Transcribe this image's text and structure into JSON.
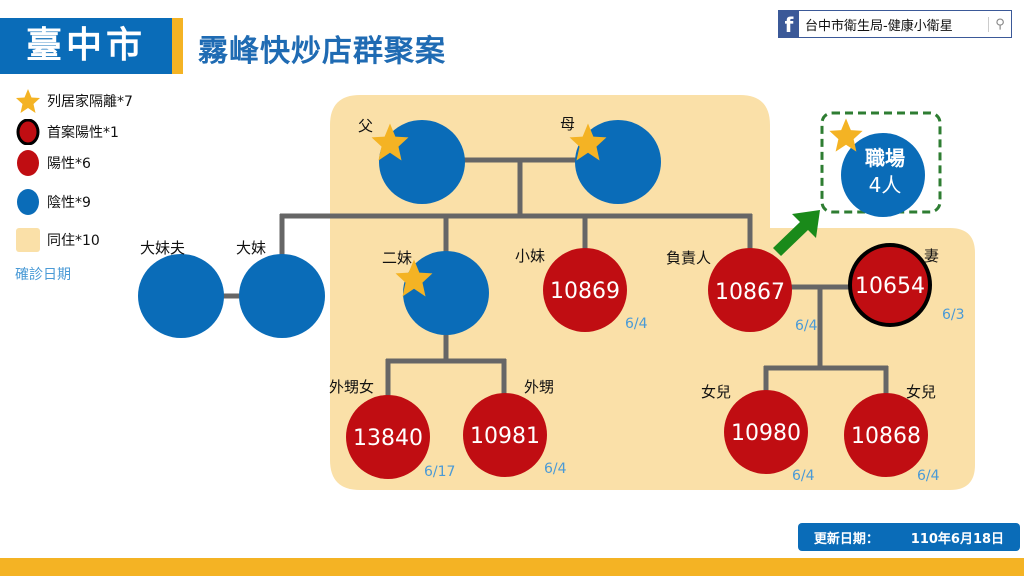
{
  "header": {
    "city": "臺中市",
    "title": "霧峰快炒店群聚案"
  },
  "facebook": {
    "page_name": "台中市衛生局-健康小衛星"
  },
  "legend": [
    {
      "icon": "star-icon",
      "label": "列居家隔離*7"
    },
    {
      "icon": "index-case-circle-icon",
      "label": "首案陽性*1"
    },
    {
      "icon": "positive-circle-icon",
      "label": "陽性*6"
    },
    {
      "icon": "negative-circle-icon",
      "label": "陰性*9"
    },
    {
      "icon": "cohabit-square-icon",
      "label": "同住*10"
    }
  ],
  "confirm_date_label": "確診日期",
  "colors": {
    "positive": "#c00d12",
    "negative": "#0a6cb8",
    "cohabit": "#fae0a8",
    "star": "#f4b324",
    "date": "#4a9ad6",
    "arrow": "#1a8a1a"
  },
  "people": {
    "father": {
      "role": "父"
    },
    "mother": {
      "role": "母"
    },
    "elder_sister_husband": {
      "role": "大妹夫"
    },
    "elder_sister": {
      "role": "大妹"
    },
    "second_sister": {
      "role": "二妹"
    },
    "youngest_sister": {
      "role": "小妹",
      "case": "10869",
      "date": "6/4"
    },
    "owner": {
      "role": "負責人",
      "case": "10867",
      "date": "6/4"
    },
    "wife": {
      "role": "妻",
      "case": "10654",
      "date": "6/3"
    },
    "niece": {
      "role": "外甥女",
      "case": "13840",
      "date": "6/17"
    },
    "nephew": {
      "role": "外甥",
      "case": "10981",
      "date": "6/4"
    },
    "daughter1": {
      "role": "女兒",
      "case": "10980",
      "date": "6/4"
    },
    "daughter2": {
      "role": "女兒",
      "case": "10868",
      "date": "6/4"
    }
  },
  "workplace": {
    "line1": "職場",
    "line2": "4人"
  },
  "update": {
    "label": "更新日期：",
    "date": "110年6月18日"
  }
}
